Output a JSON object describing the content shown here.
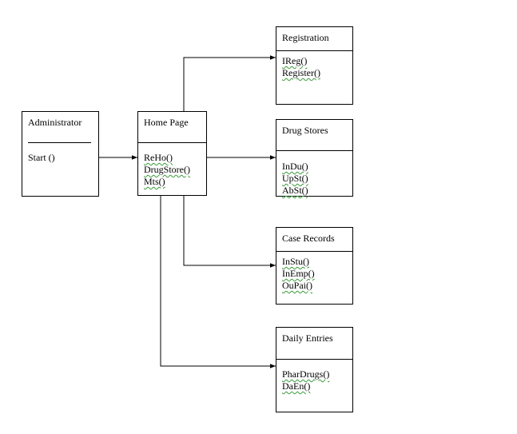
{
  "administrator": {
    "title": "Administrator",
    "methods": [
      "Start ()"
    ]
  },
  "home_page": {
    "title": "Home Page",
    "methods": [
      "ReHo()",
      "DrugStore()",
      "Mts()"
    ]
  },
  "registration": {
    "title": "Registration",
    "methods": [
      "IReg()",
      "Register()"
    ]
  },
  "drug_stores": {
    "title": "Drug Stores",
    "methods": [
      "InDu()",
      "UpSt()",
      "AbSt()"
    ]
  },
  "case_records": {
    "title": "Case Records",
    "methods": [
      "InStu()",
      "InEmp()",
      "OuPai()"
    ]
  },
  "daily_entries": {
    "title": "Daily Entries",
    "methods": [
      "PharDrugs()",
      "DaEn()"
    ]
  }
}
